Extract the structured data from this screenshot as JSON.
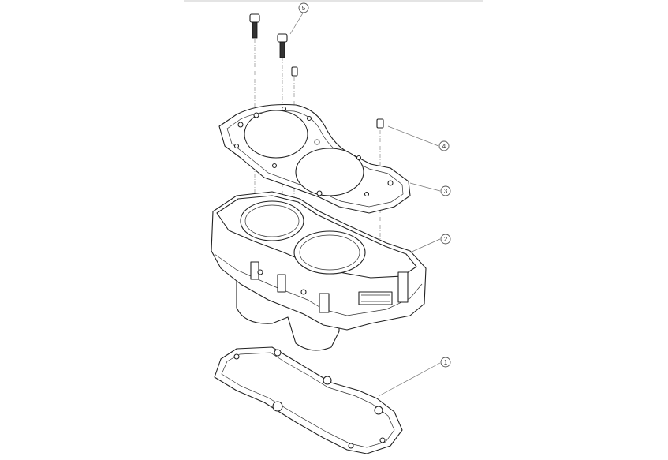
{
  "callouts": [
    {
      "id": "1",
      "label": "1"
    },
    {
      "id": "2",
      "label": "2"
    },
    {
      "id": "3",
      "label": "3"
    },
    {
      "id": "4",
      "label": "4"
    },
    {
      "id": "5",
      "label": "5"
    }
  ],
  "colors": {
    "line": "#222222",
    "leader": "#777777",
    "background": "#ffffff"
  }
}
